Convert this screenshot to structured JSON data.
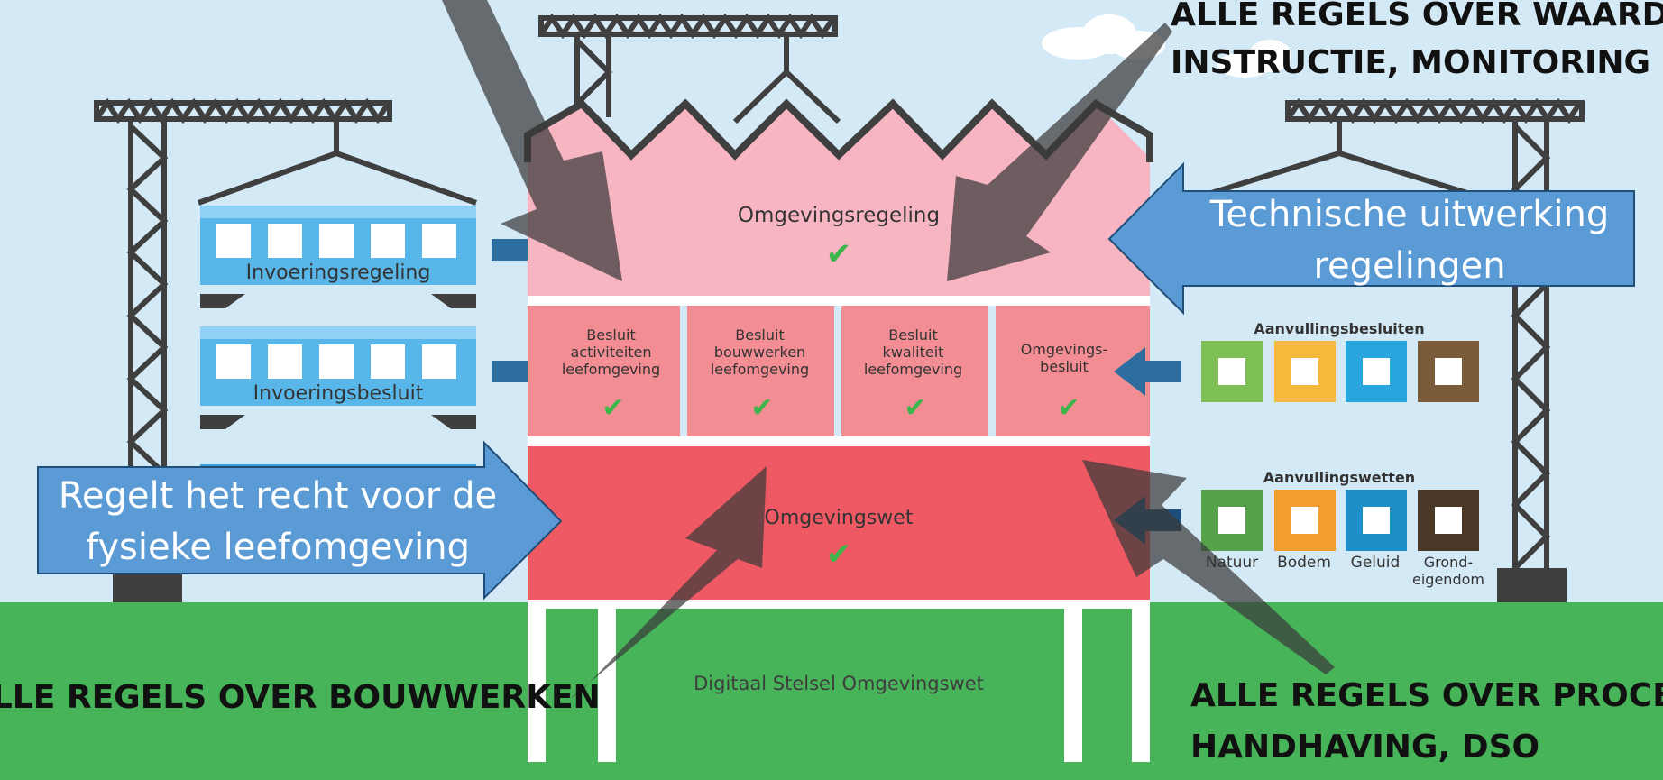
{
  "building": {
    "top_floor": "Omgevingsregeling",
    "middle_floor": [
      {
        "label": "Besluit activiteiten leefomgeving"
      },
      {
        "label": "Besluit bouwwerken leefomgeving"
      },
      {
        "label": "Besluit kwaliteit leefomgeving"
      },
      {
        "label": "Omgevings-besluit"
      }
    ],
    "ground_floor": "Omgevingswet",
    "foundation": "Digitaal Stelsel Omgevingswet",
    "check_mark": "✔"
  },
  "left_crane": {
    "upper_cabin": "Invoeringsregeling",
    "lower_cabin": "Invoeringsbesluit"
  },
  "right_crane": {
    "upper_title": "Aanvullingsbesluiten",
    "lower_title": "Aanvullingswetten",
    "lower_items": [
      "Natuur",
      "Bodem",
      "Geluid",
      "Grond-eigendom"
    ],
    "block_colors": [
      "#7dbe55",
      "#f6b93b",
      "#2aa6de",
      "#7a5b3a"
    ]
  },
  "callouts": {
    "top_right_line1": "ALLE REGELS OVER WAARDEN,",
    "top_right_line2": "INSTRUCTIE, MONITORING",
    "bottom_left": "ALLE REGELS OVER BOUWWERKEN",
    "bottom_right_line1": "ALLE REGELS OVER PROCEDURES,",
    "bottom_right_line2": "HANDHAVING, DSO",
    "blue_right": "Technische uitwerking regelingen",
    "blue_left": "Regelt het recht voor de fysieke leefomgeving"
  }
}
